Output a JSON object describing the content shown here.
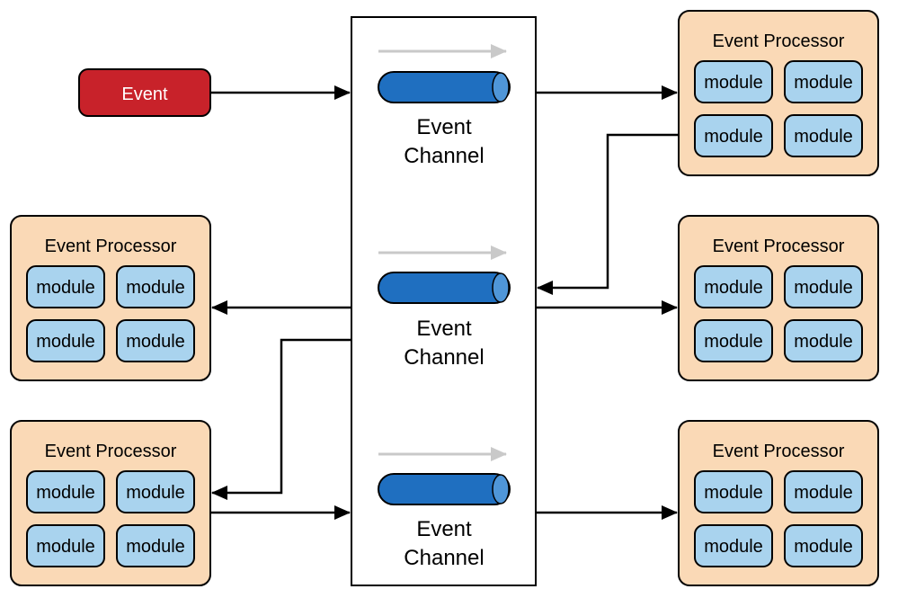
{
  "event": {
    "label": "Event"
  },
  "channels": [
    {
      "line1": "Event",
      "line2": "Channel"
    },
    {
      "line1": "Event",
      "line2": "Channel"
    },
    {
      "line1": "Event",
      "line2": "Channel"
    }
  ],
  "processors": [
    {
      "title": "Event Processor",
      "modules": [
        "module",
        "module",
        "module",
        "module"
      ]
    },
    {
      "title": "Event Processor",
      "modules": [
        "module",
        "module",
        "module",
        "module"
      ]
    },
    {
      "title": "Event Processor",
      "modules": [
        "module",
        "module",
        "module",
        "module"
      ]
    },
    {
      "title": "Event Processor",
      "modules": [
        "module",
        "module",
        "module",
        "module"
      ]
    },
    {
      "title": "Event Processor",
      "modules": [
        "module",
        "module",
        "module",
        "module"
      ]
    }
  ],
  "colors": {
    "event_fill": "#c8222a",
    "processor_fill": "#fad9b6",
    "module_fill": "#a9d3ee",
    "channel_pipe": "#1f6fc0",
    "flow_arrow": "#c9c9c9"
  }
}
